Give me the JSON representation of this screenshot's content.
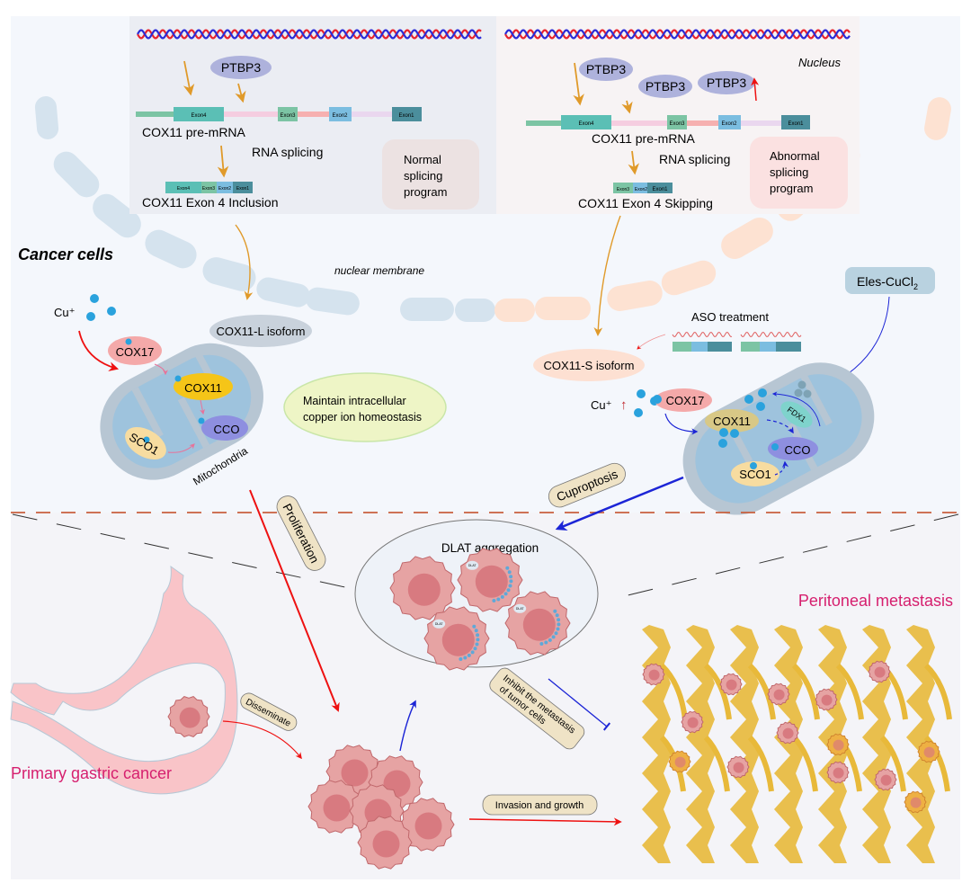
{
  "figure": {
    "nucleus_label": "Nucleus",
    "cancer_cells_label": "Cancer cells",
    "nuclear_membrane_label": "nuclear membrane",
    "normal": {
      "regulator": "PTBP3",
      "exons": [
        "Exon4",
        "Exon3",
        "Exon2",
        "Exon1"
      ],
      "pre_mrna_label": "COX11 pre-mRNA",
      "splicing_label": "RNA splicing",
      "program_label_lines": [
        "Normal",
        "splicing",
        "program"
      ],
      "product_exons": [
        "Exon4",
        "Exon3",
        "Exon2",
        "Exon1"
      ],
      "product_label": "COX11 Exon 4 Inclusion",
      "isoform_label": "COX11-L isoform"
    },
    "abnormal": {
      "regulators": [
        "PTBP3",
        "PTBP3",
        "PTBP3"
      ],
      "exons": [
        "Exon4",
        "Exon3",
        "Exon2",
        "Exon1"
      ],
      "pre_mrna_label": "COX11 pre-mRNA",
      "splicing_label": "RNA splicing",
      "program_label_lines": [
        "Abnormal",
        "splicing",
        "program"
      ],
      "product_exons": [
        "Exon3",
        "Exon2",
        "Exon1"
      ],
      "product_label": "COX11 Exon 4 Skipping",
      "isoform_label": "COX11-S isoform"
    },
    "left_mito": {
      "cu_label": "Cu⁺",
      "cox17": "COX17",
      "cox11": "COX11",
      "cco": "CCO",
      "sco1": "SCO1",
      "mito_label": "Mitochondria",
      "homeostasis_lines": [
        "Maintain intracellular",
        "copper ion homeostasis"
      ]
    },
    "right_mito": {
      "cu_label": "Cu⁺",
      "cu_up_arrow": "↑",
      "cox17": "COX17",
      "cox11": "COX11",
      "cco": "CCO",
      "sco1": "SCO1",
      "fdx1": "FDX1",
      "aso_label": "ASO treatment",
      "eles_label": "Eles-CuCl",
      "eles_subscript": "2"
    },
    "tags": {
      "proliferation": "Proliferation",
      "cuproptosis": "Cuproptosis",
      "disseminate": "Disseminate",
      "inhibit_lines": [
        "Inhibit the metastasis",
        "of tumor cells"
      ],
      "invasion": "Invasion and growth"
    },
    "dlat_label": "DLAT aggregation",
    "dlat_tag": "DLAT",
    "primary_label": "Primary gastric cancer",
    "peritoneal_label": "Peritoneal metastasis",
    "colors": {
      "background_top": "#f4f7fc",
      "background_bottom": "#f4f4f8",
      "normal_panel": "#ebedf3",
      "abnormal_panel": "#f7f3f4",
      "dna_red": "#e8232d",
      "dna_blue": "#2a2bd6",
      "ptbp3": "#aeb2dc",
      "exon_teal": "#5bbfb5",
      "exon_green": "#7cc4a4",
      "exon_blue": "#7bbde0",
      "exon_dark": "#4b8e9c",
      "orange_arrow": "#e09a2a",
      "copper_dot": "#2aa2dd",
      "cox17": "#f4a9a9",
      "cox11": "#f5c518",
      "cco": "#8e8fe0",
      "sco1": "#f7dca0",
      "mito_outer": "#b7c6d3",
      "mito_inner": "#9ec3dd",
      "membrane_blue": "#d5e3ee",
      "membrane_peach": "#fde2d2",
      "homeostasis": "#eef5c6",
      "tag_fill": "#efe3c6",
      "accent_pink": "#d61f6e",
      "red_arrow": "#ee1111",
      "blue_arrow": "#1c25d6",
      "stomach": "#f9c4c8",
      "tumor": "#e9a0a0",
      "omentum": "#e8b93a"
    }
  }
}
